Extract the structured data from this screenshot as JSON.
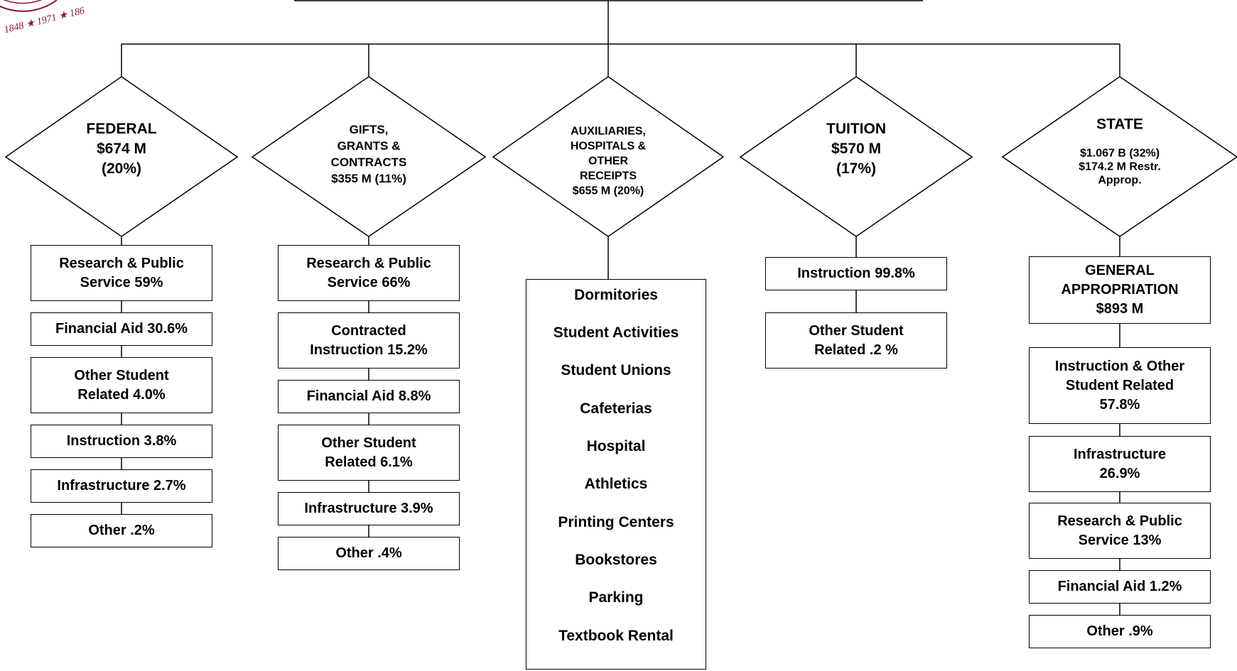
{
  "seal": {
    "text": "1848 ★ 1971 ★ 186"
  },
  "diagram": {
    "branches": [
      {
        "heading": "FEDERAL\n$674 M\n(20%)",
        "items": [
          "Research & Public\nService 59%",
          "Financial Aid 30.6%",
          "Other Student\nRelated 4.0%",
          "Instruction 3.8%",
          "Infrastructure 2.7%",
          "Other .2%"
        ]
      },
      {
        "heading": "GIFTS,\nGRANTS &\nCONTRACTS\n$355 M  (11%)",
        "items": [
          "Research & Public\nService 66%",
          "Contracted\nInstruction 15.2%",
          "Financial Aid 8.8%",
          "Other Student\nRelated 6.1%",
          "Infrastructure 3.9%",
          "Other .4%"
        ]
      },
      {
        "heading": "AUXILIARIES,\nHOSPITALS &\nOTHER\nRECEIPTS\n$655 M  (20%)",
        "items": [
          "Dormitories",
          "Student Activities",
          "Student Unions",
          "Cafeterias",
          "Hospital",
          "Athletics",
          "Printing Centers",
          "Bookstores",
          "Parking",
          "Textbook Rental"
        ]
      },
      {
        "heading": "TUITION\n$570 M\n(17%)",
        "items": [
          "Instruction 99.8%",
          "Other Student\nRelated .2 %"
        ]
      },
      {
        "heading_main": "STATE",
        "heading_sub": "$1.067 B  (32%)\n$174.2 M Restr.\nApprop.",
        "items": [
          "GENERAL\nAPPROPRIATION\n$893 M",
          "Instruction & Other\nStudent Related\n57.8%",
          "Infrastructure\n26.9%",
          "Research & Public\nService 13%",
          "Financial Aid 1.2%",
          "Other .9%"
        ]
      }
    ]
  }
}
